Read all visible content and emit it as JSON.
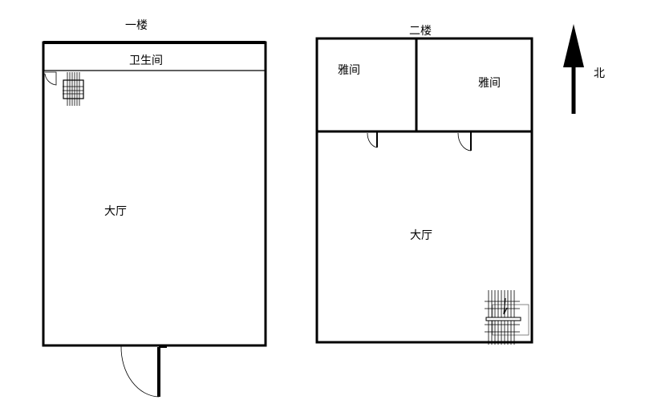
{
  "floor1": {
    "title": "一楼",
    "rooms": {
      "bathroom": "卫生间",
      "hall": "大厅"
    }
  },
  "floor2": {
    "title": "二楼",
    "rooms": {
      "private_room_left": "雅间",
      "private_room_right": "雅间",
      "hall": "大厅"
    }
  },
  "compass": {
    "label": "北"
  }
}
